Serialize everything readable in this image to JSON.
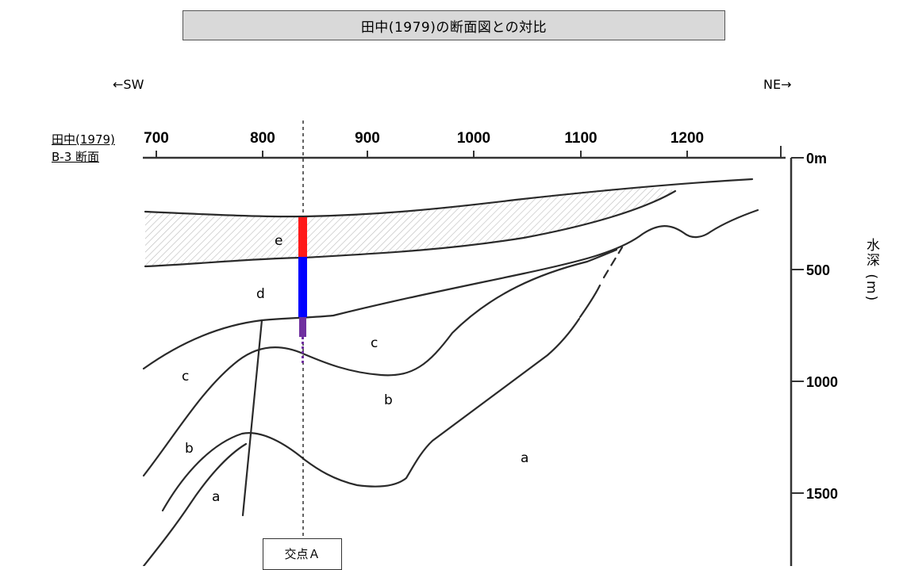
{
  "title": "田中(1979)の断面図との対比",
  "section_label_line1": "田中(1979)",
  "section_label_line2": "B-3 断面",
  "direction_left": "←SW",
  "direction_right": "NE→",
  "x_ticks": [
    "700",
    "800",
    "900",
    "1000",
    "1100",
    "1200"
  ],
  "depth_ticks": [
    "0m",
    "500",
    "1000",
    "1500"
  ],
  "depth_axis_label": "水深 (m)",
  "layer_labels": {
    "e": "e",
    "d": "d",
    "c_upper": "c",
    "c_left": "c",
    "b_mid": "b",
    "b_left": "b",
    "a_right": "a",
    "a_left": "a"
  },
  "intersection_label": "交点Ａ",
  "colors": {
    "bar_e": "#ff1a1a",
    "bar_d": "#0000ff",
    "bar_c": "#7030a0",
    "title_bg": "#d9d9d9",
    "hatch": "#bbbbbb"
  }
}
